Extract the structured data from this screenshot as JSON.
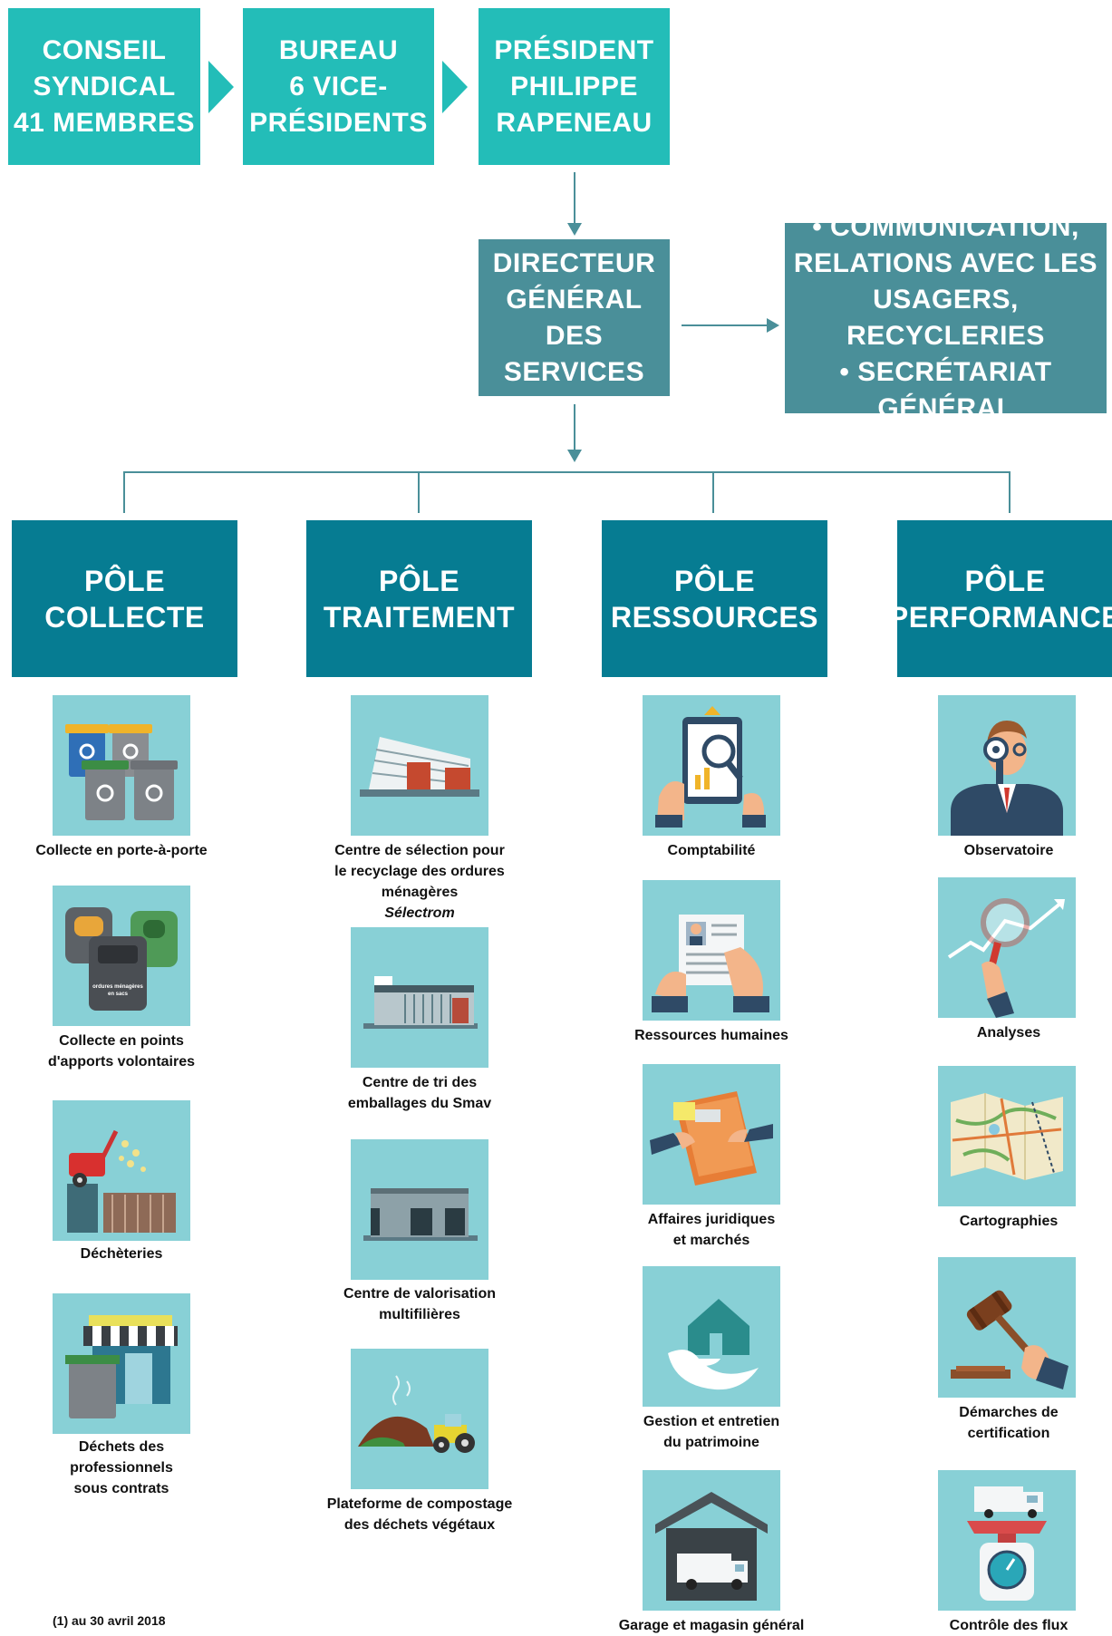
{
  "top": {
    "conseil": [
      "CONSEIL",
      "SYNDICAL",
      "41 MEMBRES"
    ],
    "bureau": [
      "BUREAU",
      "6 VICE-",
      "PRÉSIDENTS"
    ],
    "president": [
      "PRÉSIDENT",
      "PHILIPPE",
      "RAPENEAU"
    ]
  },
  "direction": {
    "dg": [
      "DIRECTEUR",
      "GÉNÉRAL",
      "DES SERVICES"
    ],
    "services": [
      "• COMMUNICATION,",
      "RELATIONS AVEC LES",
      "USAGERS, RECYCLERIES",
      "• SECRÉTARIAT GÉNÉRAL"
    ]
  },
  "poles": [
    {
      "title": [
        "PÔLE",
        "COLLECTE"
      ],
      "items": [
        {
          "icon": "waste-bins-icon",
          "label": [
            "Collecte en porte-à-porte"
          ]
        },
        {
          "icon": "drop-off-containers-icon",
          "label": [
            "Collecte en points",
            "d'apports volontaires"
          ],
          "container_text": "ordures ménagères en sacs"
        },
        {
          "icon": "recycling-center-icon",
          "label": [
            "Déchèteries"
          ]
        },
        {
          "icon": "shop-bin-icon",
          "label": [
            "Déchets des",
            "professionnels",
            "sous contrats"
          ]
        }
      ]
    },
    {
      "title": [
        "PÔLE",
        "TRAITEMENT"
      ],
      "items": [
        {
          "icon": "selection-plant-icon",
          "label": [
            "Centre de sélection pour",
            "le recyclage des ordures"
          ],
          "label_last": "ménagères ",
          "label_italic": "Sélectrom"
        },
        {
          "icon": "sorting-center-icon",
          "label": [
            "Centre de tri des",
            "emballages du Smav"
          ]
        },
        {
          "icon": "recovery-center-icon",
          "label": [
            "Centre de valorisation",
            "multifilières"
          ]
        },
        {
          "icon": "compost-tractor-icon",
          "label": [
            "Plateforme de compostage",
            "des déchets végétaux"
          ]
        }
      ]
    },
    {
      "title": [
        "PÔLE",
        "RESSOURCES"
      ],
      "items": [
        {
          "icon": "accounting-icon",
          "label": [
            "Comptabilité"
          ]
        },
        {
          "icon": "hr-cv-icon",
          "label": [
            "Ressources humaines"
          ]
        },
        {
          "icon": "legal-folder-icon",
          "label": [
            "Affaires juridiques",
            "et marchés"
          ]
        },
        {
          "icon": "house-hand-icon",
          "label": [
            "Gestion et entretien",
            "du patrimoine"
          ]
        },
        {
          "icon": "garage-truck-icon",
          "label": [
            "Garage et magasin général"
          ]
        }
      ]
    },
    {
      "title": [
        "PÔLE",
        "PERFORMANCE"
      ],
      "items": [
        {
          "icon": "observer-magnifier-icon",
          "label": [
            "Observatoire"
          ]
        },
        {
          "icon": "analysis-chart-icon",
          "label": [
            "Analyses"
          ]
        },
        {
          "icon": "map-icon",
          "label": [
            "Cartographies"
          ]
        },
        {
          "icon": "gavel-icon",
          "label": [
            "Démarches de",
            "certification"
          ]
        },
        {
          "icon": "scale-truck-icon",
          "label": [
            "Contrôle des flux"
          ]
        }
      ]
    }
  ],
  "footnote": "(1) au 30 avril 2018",
  "colors": {
    "teal": "#23bdb8",
    "slate": "#4a8f99",
    "pole": "#067c92",
    "tile": "#88d0d6"
  }
}
